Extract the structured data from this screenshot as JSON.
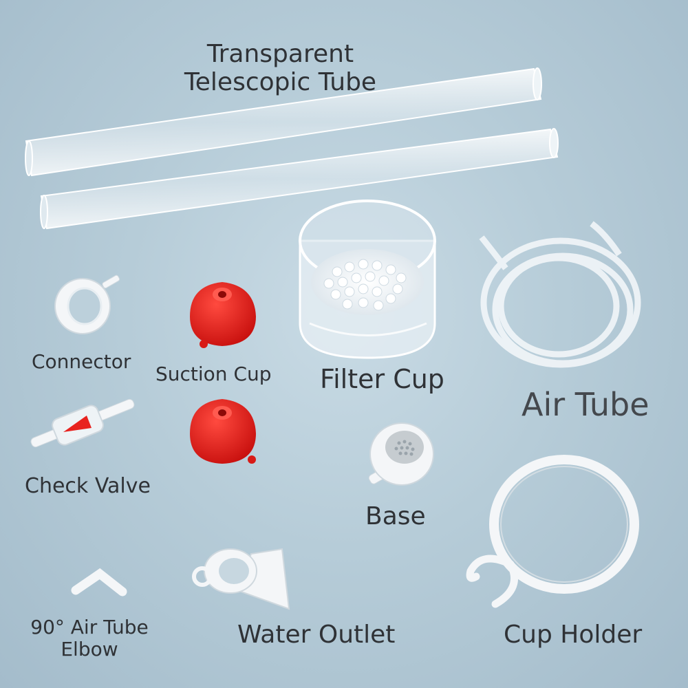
{
  "labels": {
    "telescopic_tube_line1": "Transparent",
    "telescopic_tube_line2": "Telescopic Tube",
    "connector": "Connector",
    "suction_cup": "Suction Cup",
    "filter_cup": "Filter Cup",
    "air_tube": "Air Tube",
    "check_valve": "Check Valve",
    "base": "Base",
    "elbow_line1": "90° Air Tube",
    "elbow_line2": "Elbow",
    "water_outlet": "Water Outlet",
    "cup_holder": "Cup Holder"
  },
  "colors": {
    "background": "#b6ccd8",
    "text": "#2f3236",
    "plastic_white": "#f4f6f8",
    "suction_red": "#e8231f",
    "transparent_tube": "#e6eef3"
  }
}
